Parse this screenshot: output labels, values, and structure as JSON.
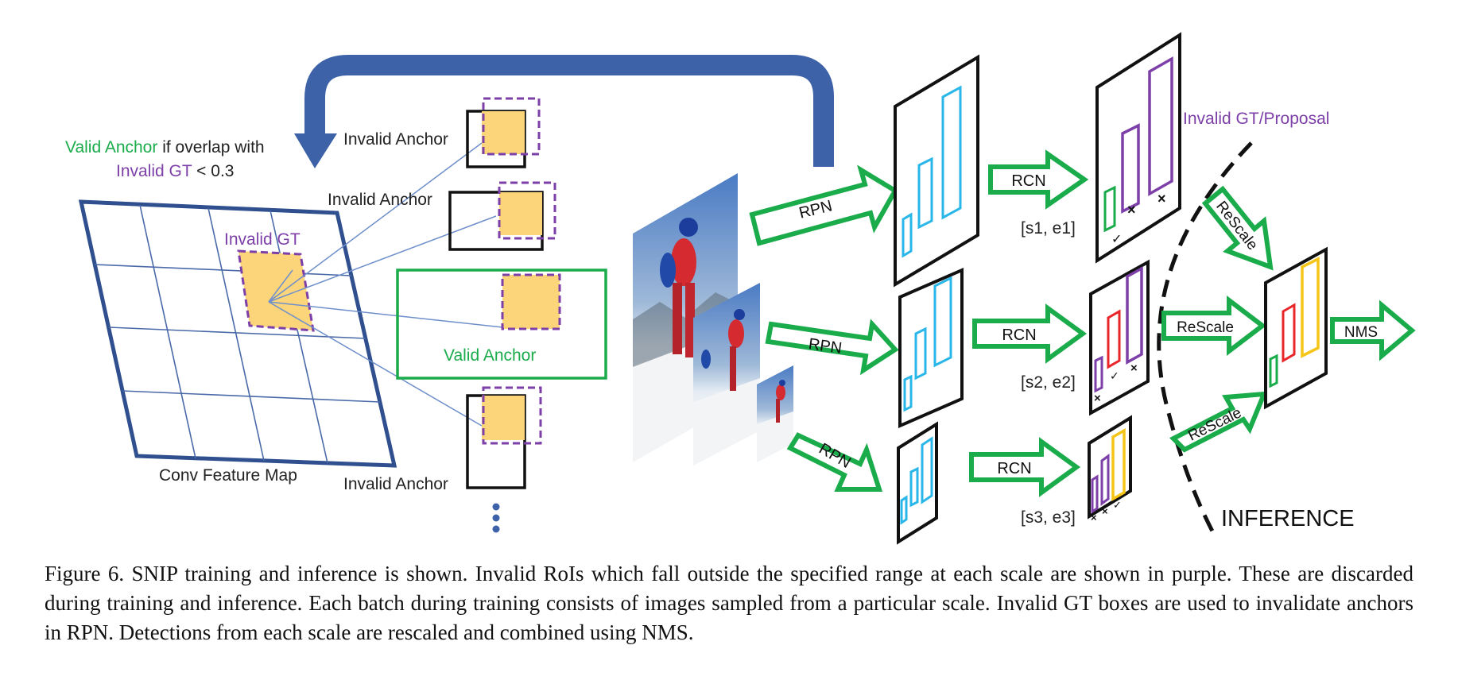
{
  "figure": {
    "labels": {
      "valid_anchor_prefix": "Valid Anchor",
      "valid_anchor_suffix": " if overlap with",
      "invalid_gt_threshold_prefix": "Invalid GT",
      "invalid_gt_threshold_suffix": " < 0.3",
      "invalid_gt": "Invalid GT",
      "conv_feature_map": "Conv Feature Map",
      "invalid_anchor": "Invalid Anchor",
      "valid_anchor": "Valid Anchor",
      "rpn": "RPN",
      "rcn": "RCN",
      "rescale": "ReScale",
      "nms": "NMS",
      "inference": "INFERENCE",
      "invalid_gt_proposal": "Invalid GT/Proposal",
      "range_1": "[s1, e1]",
      "range_2": "[s2, e2]",
      "range_3": "[s3, e3]",
      "check": "✓",
      "cross": "×"
    },
    "colors": {
      "valid": "#1aab4b",
      "invalid": "#7d3fa8",
      "proposal": "#29b6e8",
      "gt_fill": "#fcd57a",
      "red_detection": "#e8262a",
      "yellow_detection": "#f5c518",
      "feature_map": "#2f4f8f",
      "loop_arrow": "#3d62a8",
      "anchor_dots": "#3d62a8"
    }
  },
  "caption": "Figure 6. SNIP training and inference is shown. Invalid RoIs which fall outside the specified range at each scale are shown in purple. These are discarded during training and inference. Each batch during training consists of images sampled from a particular scale. Invalid GT boxes are used to invalidate anchors in RPN. Detections from each scale are rescaled and combined using NMS."
}
